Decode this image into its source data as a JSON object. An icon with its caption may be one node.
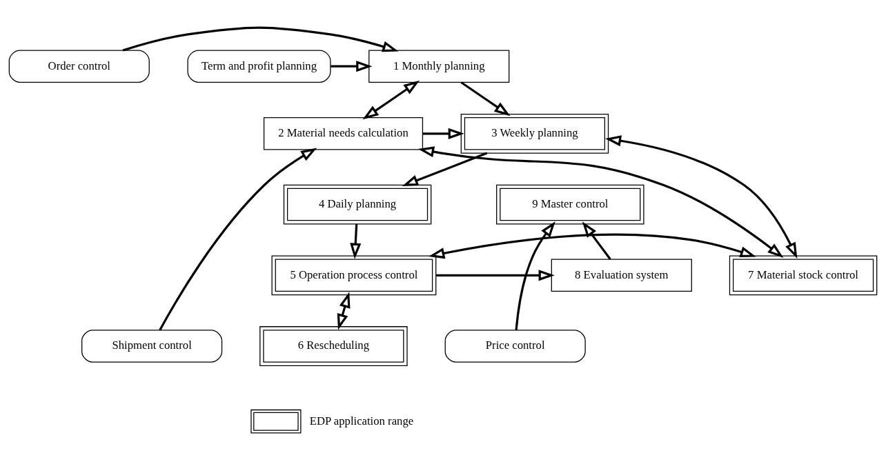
{
  "diagram": {
    "nodes": [
      {
        "text": [
          "Term and profit planning"
        ]
      },
      {
        "text": [
          "Order control"
        ]
      },
      {
        "text": [
          "1 Monthly planning"
        ]
      },
      {
        "text": [
          "3 Weekly planning"
        ]
      },
      {
        "text": [
          "2 Material needs calculation"
        ]
      },
      {
        "text": [
          "9 Master control"
        ]
      },
      {
        "text": [
          "4 Daily planning"
        ]
      },
      {
        "text": [
          "8 Evaluation system"
        ]
      },
      {
        "text": [
          "5 Operation process control"
        ]
      },
      {
        "text": [
          "7 Material stock control"
        ]
      },
      {
        "text": [
          "6 Rescheduling"
        ]
      },
      {
        "text": [
          "Price control"
        ]
      },
      {
        "text": [
          "Shipment control"
        ]
      }
    ],
    "edges": [
      {
        "from": 0,
        "to": 2,
        "arrow": "to"
      },
      {
        "from": 1,
        "to": 2,
        "arrow": "to"
      },
      {
        "from": 2,
        "to": 3,
        "arrow": "to"
      },
      {
        "from": 2,
        "to": 4,
        "arrow": "both"
      },
      {
        "from": 4,
        "to": 3,
        "arrow": "to"
      },
      {
        "from": 3,
        "to": 9,
        "arrow": "both"
      },
      {
        "from": 4,
        "to": 9,
        "arrow": "both"
      },
      {
        "from": 3,
        "to": 6,
        "arrow": "to"
      },
      {
        "from": 6,
        "to": 8,
        "arrow": "to"
      },
      {
        "from": 8,
        "to": 7,
        "arrow": "to"
      },
      {
        "from": 8,
        "to": 9,
        "arrow": "both"
      },
      {
        "from": 8,
        "to": 10,
        "arrow": "both"
      },
      {
        "from": 7,
        "to": 5,
        "arrow": "to"
      },
      {
        "from": 11,
        "to": 5,
        "arrow": "to"
      },
      {
        "from": 12,
        "to": 4,
        "arrow": "to"
      }
    ],
    "legend": [
      {
        "text": "EDP application range"
      }
    ]
  }
}
